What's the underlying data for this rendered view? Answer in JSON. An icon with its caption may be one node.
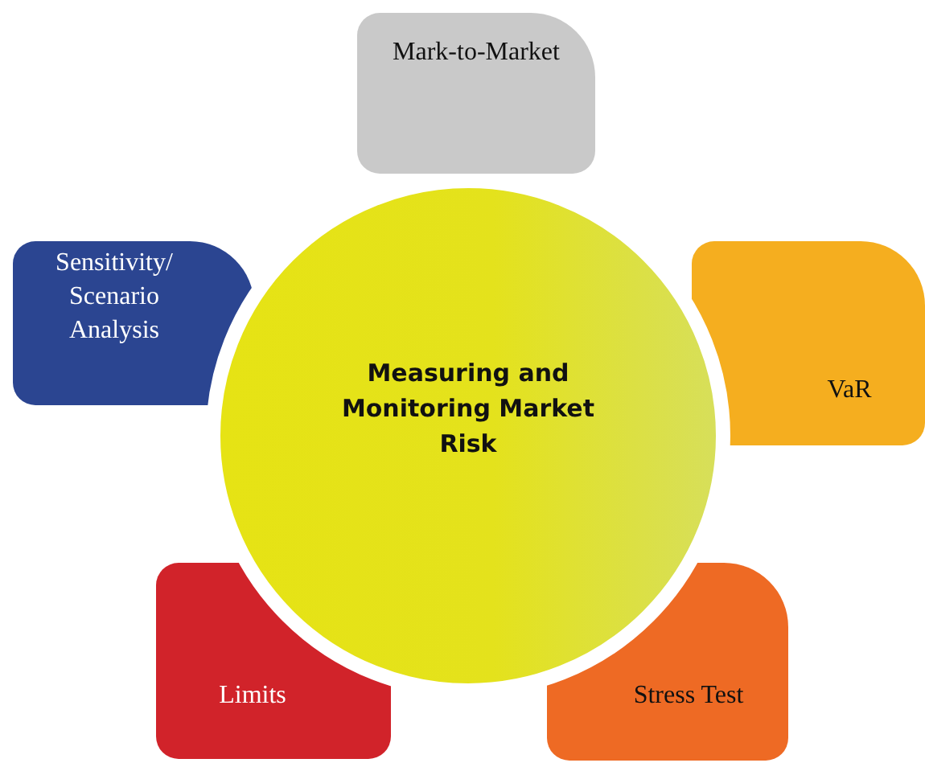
{
  "diagram": {
    "nodes": [
      {
        "text": [
          "Mark-to-Market"
        ]
      },
      {
        "text": [
          "Sensitivity/ Scenario Analysis"
        ]
      },
      {
        "text": [
          "Measuring and Monitoring Market Risk"
        ]
      },
      {
        "text": [
          "VaR"
        ]
      },
      {
        "text": [
          "Limits"
        ]
      },
      {
        "text": [
          "Stress Test"
        ]
      }
    ]
  }
}
